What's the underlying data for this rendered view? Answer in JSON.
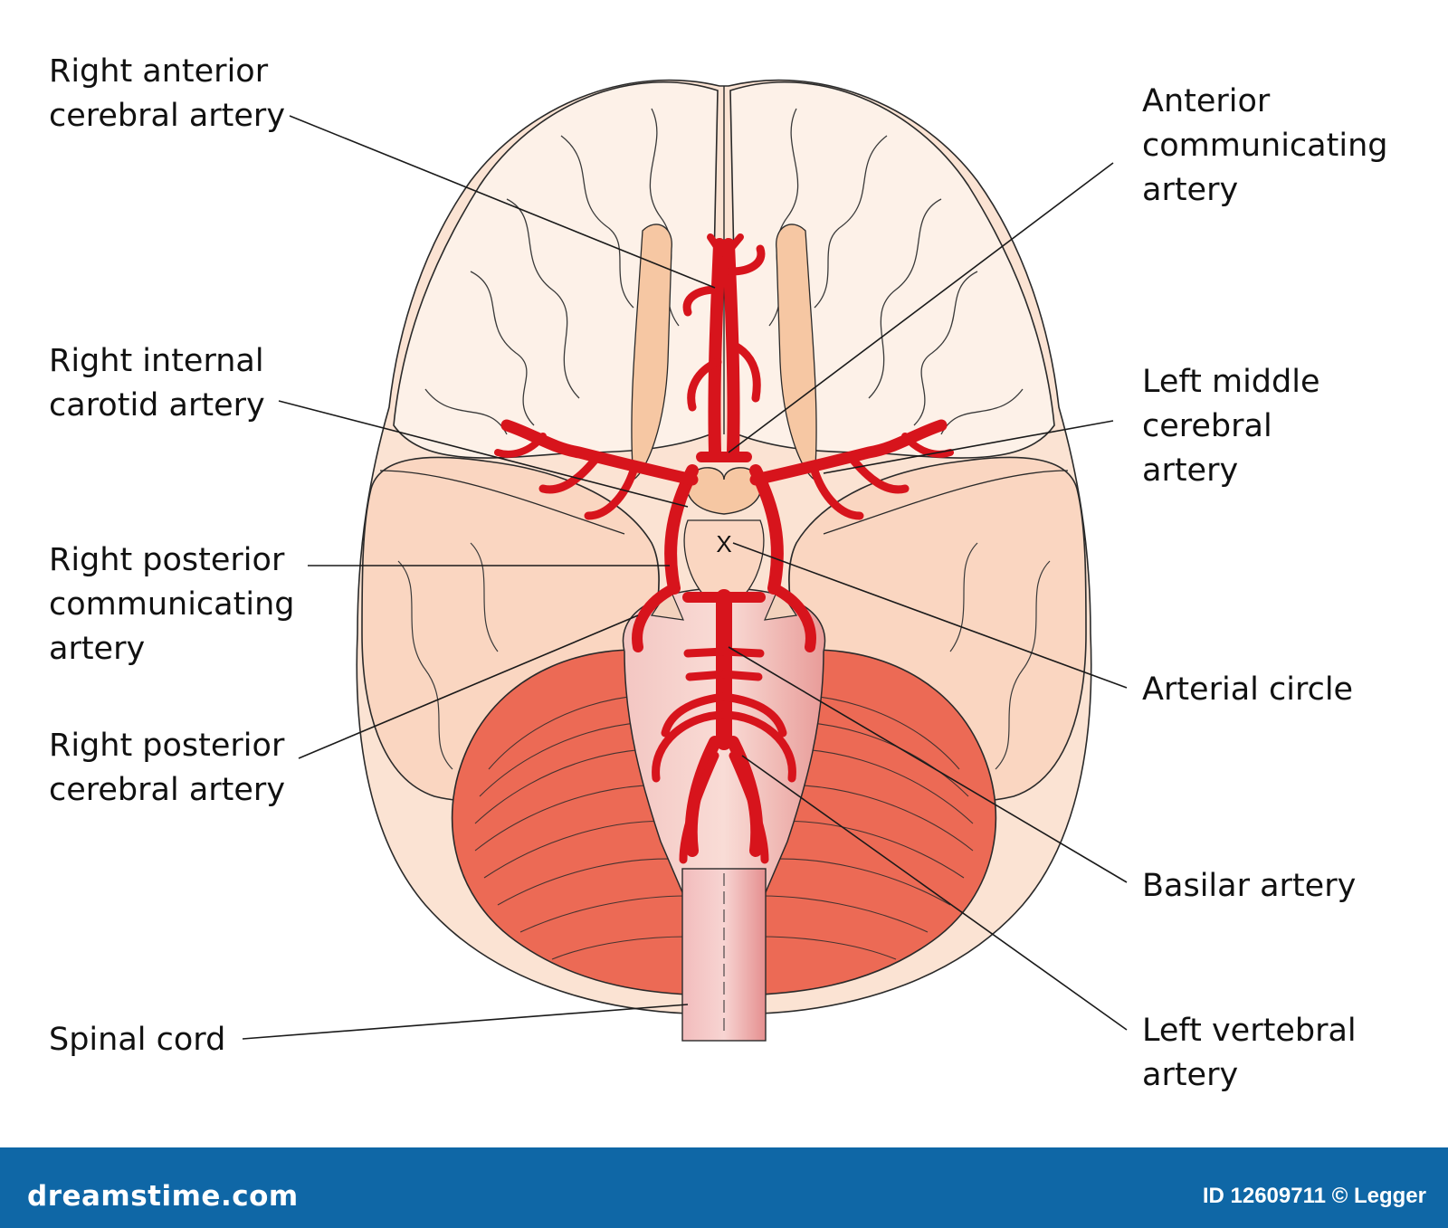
{
  "labels": {
    "right_anterior_cerebral": [
      "Right anterior",
      "cerebral artery"
    ],
    "anterior_communicating": [
      "Anterior",
      "communicating",
      "artery"
    ],
    "right_internal_carotid": [
      "Right internal",
      "carotid artery"
    ],
    "left_middle_cerebral": [
      "Left middle",
      "cerebral",
      "artery"
    ],
    "right_posterior_communicating": [
      "Right posterior",
      "communicating",
      "artery"
    ],
    "arterial_circle": [
      "Arterial circle"
    ],
    "right_posterior_cerebral": [
      "Right posterior",
      "cerebral artery"
    ],
    "basilar": [
      "Basilar artery"
    ],
    "spinal_cord": [
      "Spinal cord"
    ],
    "left_vertebral": [
      "Left vertebral",
      "artery"
    ]
  },
  "center_marker": "X",
  "footer": {
    "logo": "dreamstime.com",
    "credit": "ID 12609711 © Legger"
  },
  "colors": {
    "artery": "#d7141c",
    "cerebellum": "#ec6a55",
    "brain_fill": "#fbe3d3",
    "frontal_fill": "#fdf1e8",
    "spinal_cord": "#e8a3a3",
    "footer": "#0f67a6"
  }
}
